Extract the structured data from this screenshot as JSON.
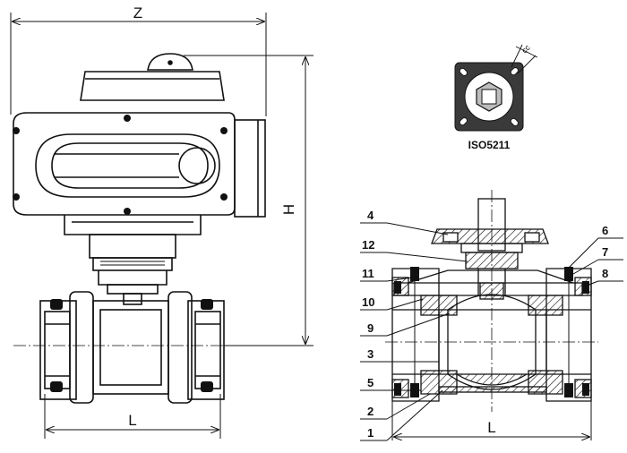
{
  "dimensions": {
    "width_label": "Z",
    "height_label": "H",
    "length_left_label": "L",
    "length_right_label": "L"
  },
  "iso_flange": {
    "label": "ISO5211",
    "key_label": "cc"
  },
  "part_numbers": [
    "1",
    "2",
    "3",
    "4",
    "5",
    "6",
    "7",
    "8",
    "9",
    "10",
    "11",
    "12"
  ]
}
